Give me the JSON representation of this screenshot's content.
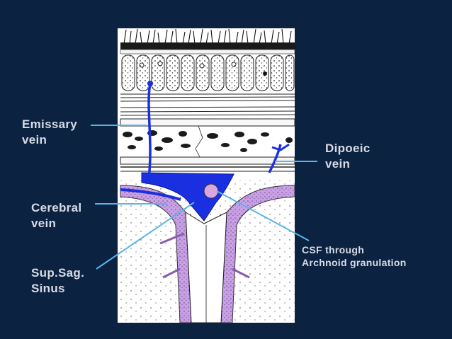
{
  "colors": {
    "background": "#0b2240",
    "vein_blue": "#1a2fe0",
    "arachnoid_purple": "#c9a0e6",
    "pointer_line": "#5ab4ea",
    "label_text": "#d8dbe6"
  },
  "labels": {
    "emissary_vein": "Emissary\nvein",
    "dipoeic_vein": "Dipoeic\nvein",
    "cerebral_vein": "Cerebral\nvein",
    "sup_sag_sinus": "Sup.Sag.\nSinus",
    "csf_arachnoid": "CSF through\nArchnoid granulation"
  }
}
